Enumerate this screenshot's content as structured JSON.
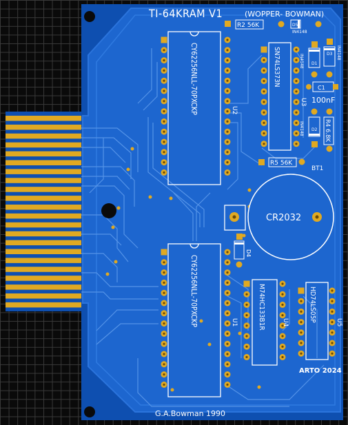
{
  "board": {
    "title": "TI-64KRAM V1",
    "subtitle": "(WOPPER- BOWMAN)",
    "credit": "G.A.Bowman 1990",
    "rev": "ARTO 2024"
  },
  "chips": {
    "u2": {
      "ref": "U2",
      "part": "CY62256NLL-70PXCKP"
    },
    "u1": {
      "ref": "U1",
      "part": "CY62256NLL-70PXCKP"
    },
    "u3": {
      "ref": "U3",
      "part": "SN74LS373N"
    },
    "u4": {
      "ref": "U4",
      "part": "M74HC133B1R"
    },
    "u5": {
      "ref": "U5",
      "part": "HD74LS05P"
    }
  },
  "parts": {
    "r2": "R2 56K",
    "r4": "R4 6.8K",
    "r5": "R5 56K",
    "c1": "C1",
    "c1_value": "100nF",
    "d1": "D1",
    "d2": "D2",
    "d3": "D3",
    "d4": "D4",
    "d5": "D5",
    "diode_type": "IN4148",
    "battery_ref": "BT1",
    "battery": "CR2032"
  },
  "colors": {
    "board": "#0e4fb0",
    "copper_fill": "#1d66cf",
    "trace": "#5594e8",
    "pad": "#e0a922",
    "silkscreen": "#ffffff",
    "background": "#0a0a0a"
  }
}
